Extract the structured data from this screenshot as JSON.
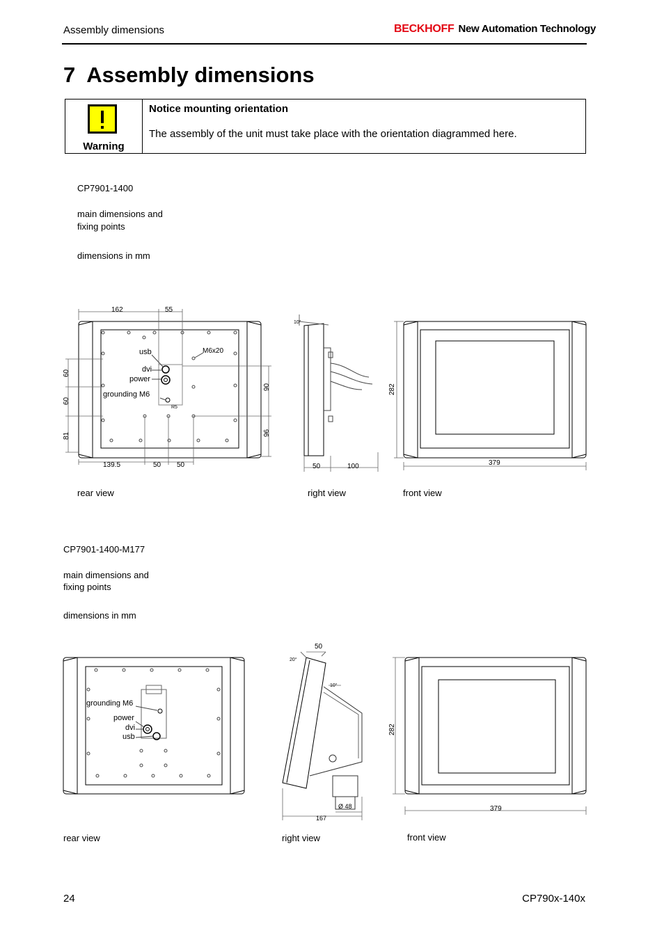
{
  "header": {
    "section": "Assembly dimensions",
    "brand": "BECKHOFF",
    "tagline": "New Automation Technology"
  },
  "chapter": {
    "number": "7",
    "title": "Assembly dimensions"
  },
  "notice": {
    "label": "Warning",
    "title": "Notice mounting orientation",
    "text": "The assembly of the unit must take place with the orientation diagrammed here."
  },
  "drawing1": {
    "model": "CP7901-1400",
    "caption_l1": "main dimensions and",
    "caption_l2": "fixing points",
    "units": "dimensions in mm",
    "views": {
      "rear": "rear view",
      "right": "right view",
      "front": "front view"
    },
    "labels": {
      "usb": "usb",
      "dvi": "dvi",
      "power": "power",
      "grounding": "grounding M6",
      "screw": "M6x20",
      "r5": "R5",
      "angle": "10°"
    },
    "dims": {
      "d162": "162",
      "d55": "55",
      "d60a": "60",
      "d60b": "60",
      "d81": "81",
      "d90": "90",
      "d96": "96",
      "d139": "139.5",
      "d50a": "50",
      "d50b": "50",
      "d50c": "50",
      "d100": "100",
      "d282": "282",
      "d379": "379"
    }
  },
  "drawing2": {
    "model": "CP7901-1400-M177",
    "caption_l1": "main dimensions and",
    "caption_l2": "fixing points",
    "units": "dimensions in mm",
    "views": {
      "rear": "rear view",
      "right": "right view",
      "front": "front view"
    },
    "labels": {
      "grounding": "grounding M6",
      "power": "power",
      "dvi": "dvi",
      "usb": "usb",
      "angle20": "20°",
      "angle10": "10°",
      "diameter": "Ø 48"
    },
    "dims": {
      "d50": "50",
      "d167": "167",
      "d282": "282",
      "d379": "379"
    }
  },
  "footer": {
    "page": "24",
    "doc": "CP790x-140x"
  }
}
